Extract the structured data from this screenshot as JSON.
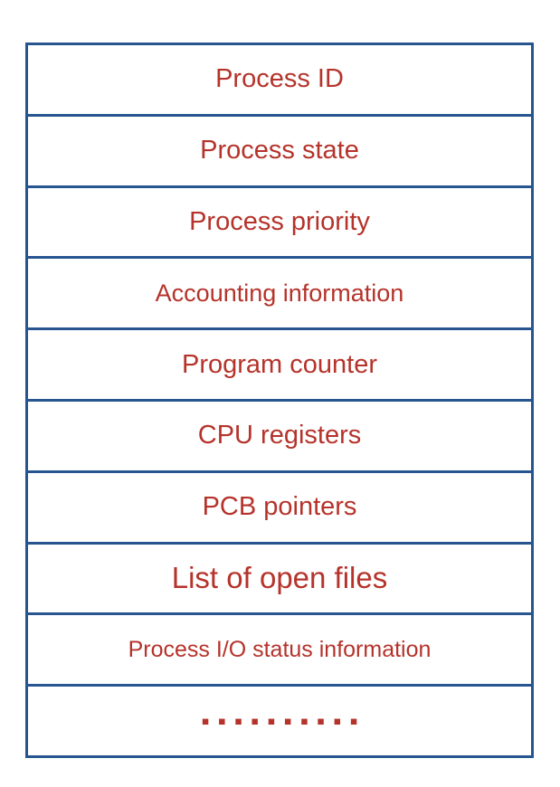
{
  "diagram": {
    "name": "process-control-block-fields",
    "colors": {
      "border_blue": "#265590",
      "text_red": "#b5332b",
      "background": "#ffffff"
    },
    "rows": [
      {
        "label": "Process ID"
      },
      {
        "label": "Process state"
      },
      {
        "label": "Process priority"
      },
      {
        "label": "Accounting information"
      },
      {
        "label": "Program counter"
      },
      {
        "label": "CPU registers"
      },
      {
        "label": "PCB pointers"
      },
      {
        "label": "List of open files"
      },
      {
        "label": "Process I/O status information"
      },
      {
        "label": "▪▪▪▪▪▪▪▪▪▪"
      }
    ]
  }
}
